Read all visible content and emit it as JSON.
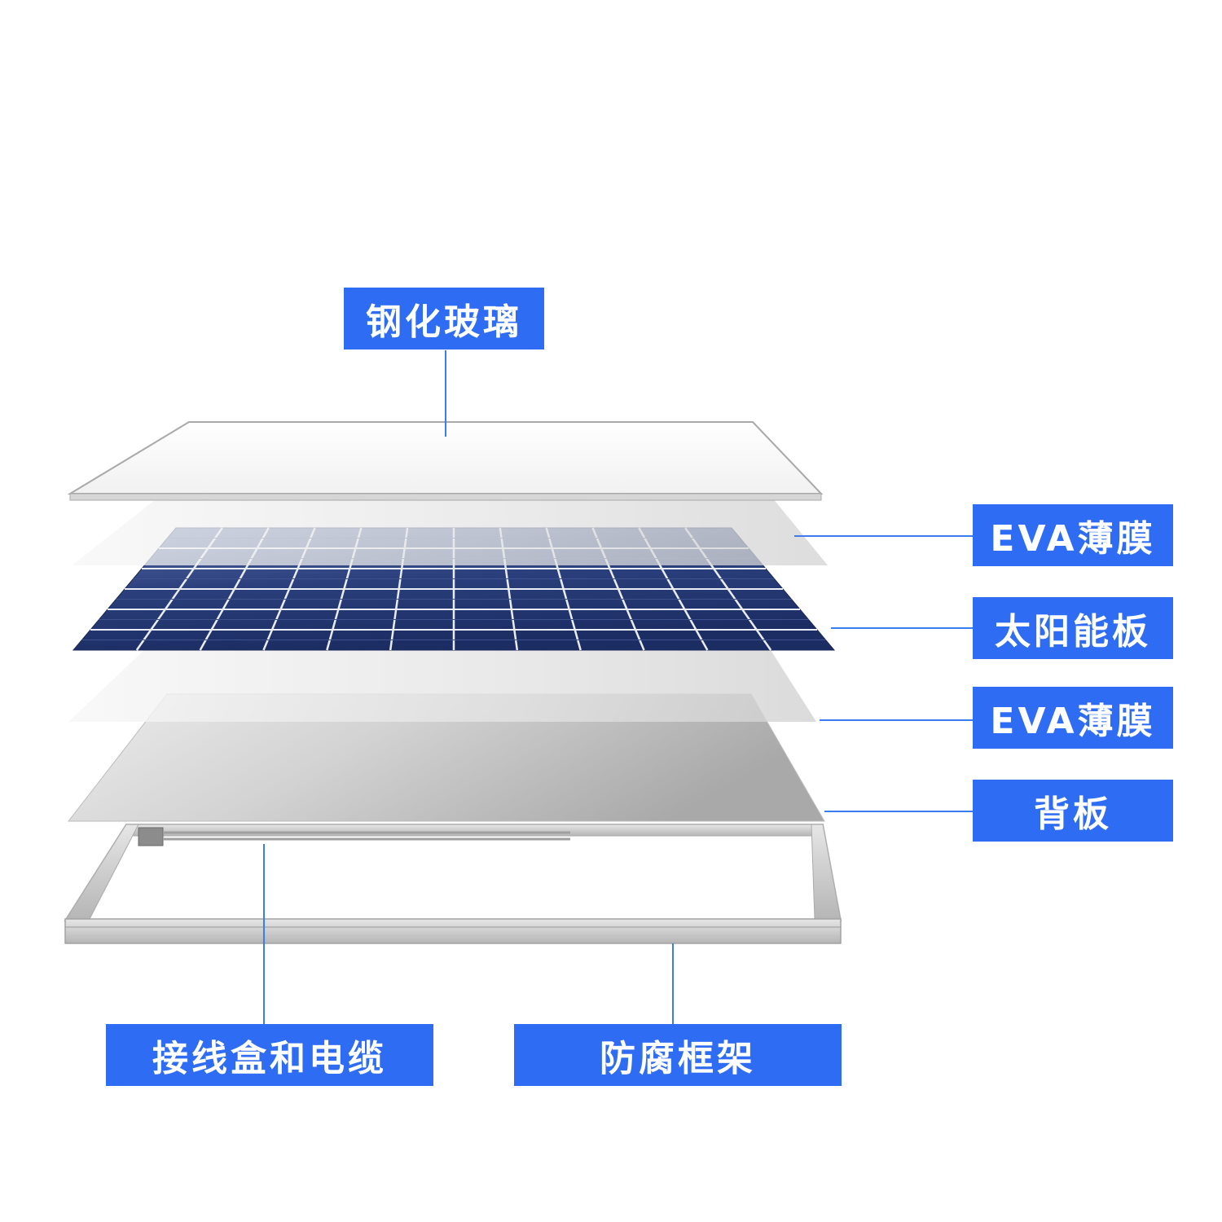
{
  "labels": {
    "tempered_glass": "钢化玻璃",
    "eva_film_top": "EVA薄膜",
    "solar_cells": "太阳能板",
    "eva_film_bottom": "EVA薄膜",
    "backsheet": "背板",
    "junction_box_cable": "接线盒和电缆",
    "frame": "防腐框架"
  },
  "colors": {
    "label_bg": "#2f6cf4",
    "leader_line": "#3b7cf0",
    "cell": "#233a78",
    "cell_highlight": "#4a5f9a",
    "grid_line": "#e8ecf5",
    "frame": "#c9c9c9",
    "backsheet": "#b9b9b9"
  }
}
